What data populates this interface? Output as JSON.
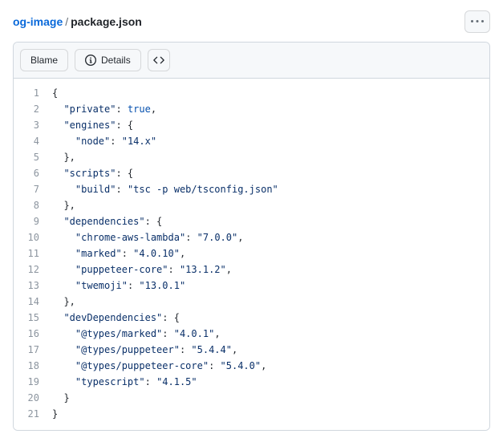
{
  "header": {
    "repo": "og-image",
    "separator": "/",
    "file": "package.json"
  },
  "toolbar": {
    "blame": "Blame",
    "details": "Details"
  },
  "icons": {
    "kebab": "kebab-horizontal-dots",
    "info": "info-circle",
    "code": "code-chevrons"
  },
  "colors": {
    "link_blue": "#0969da",
    "text": "#24292f",
    "border": "#d0d7de",
    "toolbar_bg": "#f6f8fa",
    "string_token": "#0a3069",
    "constant_token": "#0550ae",
    "line_number": "#8c959f"
  },
  "code": {
    "language": "json",
    "line_count": 21,
    "lines": [
      [
        [
          "p",
          "{"
        ]
      ],
      [
        [
          "p",
          "  "
        ],
        [
          "s",
          "\"private\""
        ],
        [
          "p",
          ": "
        ],
        [
          "c",
          "true"
        ],
        [
          "p",
          ","
        ]
      ],
      [
        [
          "p",
          "  "
        ],
        [
          "s",
          "\"engines\""
        ],
        [
          "p",
          ": {"
        ]
      ],
      [
        [
          "p",
          "    "
        ],
        [
          "s",
          "\"node\""
        ],
        [
          "p",
          ": "
        ],
        [
          "s",
          "\"14.x\""
        ]
      ],
      [
        [
          "p",
          "  },"
        ]
      ],
      [
        [
          "p",
          "  "
        ],
        [
          "s",
          "\"scripts\""
        ],
        [
          "p",
          ": {"
        ]
      ],
      [
        [
          "p",
          "    "
        ],
        [
          "s",
          "\"build\""
        ],
        [
          "p",
          ": "
        ],
        [
          "s",
          "\"tsc -p web/tsconfig.json\""
        ]
      ],
      [
        [
          "p",
          "  },"
        ]
      ],
      [
        [
          "p",
          "  "
        ],
        [
          "s",
          "\"dependencies\""
        ],
        [
          "p",
          ": {"
        ]
      ],
      [
        [
          "p",
          "    "
        ],
        [
          "s",
          "\"chrome-aws-lambda\""
        ],
        [
          "p",
          ": "
        ],
        [
          "s",
          "\"7.0.0\""
        ],
        [
          "p",
          ","
        ]
      ],
      [
        [
          "p",
          "    "
        ],
        [
          "s",
          "\"marked\""
        ],
        [
          "p",
          ": "
        ],
        [
          "s",
          "\"4.0.10\""
        ],
        [
          "p",
          ","
        ]
      ],
      [
        [
          "p",
          "    "
        ],
        [
          "s",
          "\"puppeteer-core\""
        ],
        [
          "p",
          ": "
        ],
        [
          "s",
          "\"13.1.2\""
        ],
        [
          "p",
          ","
        ]
      ],
      [
        [
          "p",
          "    "
        ],
        [
          "s",
          "\"twemoji\""
        ],
        [
          "p",
          ": "
        ],
        [
          "s",
          "\"13.0.1\""
        ]
      ],
      [
        [
          "p",
          "  },"
        ]
      ],
      [
        [
          "p",
          "  "
        ],
        [
          "s",
          "\"devDependencies\""
        ],
        [
          "p",
          ": {"
        ]
      ],
      [
        [
          "p",
          "    "
        ],
        [
          "s",
          "\"@types/marked\""
        ],
        [
          "p",
          ": "
        ],
        [
          "s",
          "\"4.0.1\""
        ],
        [
          "p",
          ","
        ]
      ],
      [
        [
          "p",
          "    "
        ],
        [
          "s",
          "\"@types/puppeteer\""
        ],
        [
          "p",
          ": "
        ],
        [
          "s",
          "\"5.4.4\""
        ],
        [
          "p",
          ","
        ]
      ],
      [
        [
          "p",
          "    "
        ],
        [
          "s",
          "\"@types/puppeteer-core\""
        ],
        [
          "p",
          ": "
        ],
        [
          "s",
          "\"5.4.0\""
        ],
        [
          "p",
          ","
        ]
      ],
      [
        [
          "p",
          "    "
        ],
        [
          "s",
          "\"typescript\""
        ],
        [
          "p",
          ": "
        ],
        [
          "s",
          "\"4.1.5\""
        ]
      ],
      [
        [
          "p",
          "  }"
        ]
      ],
      [
        [
          "p",
          "}"
        ]
      ]
    ]
  }
}
